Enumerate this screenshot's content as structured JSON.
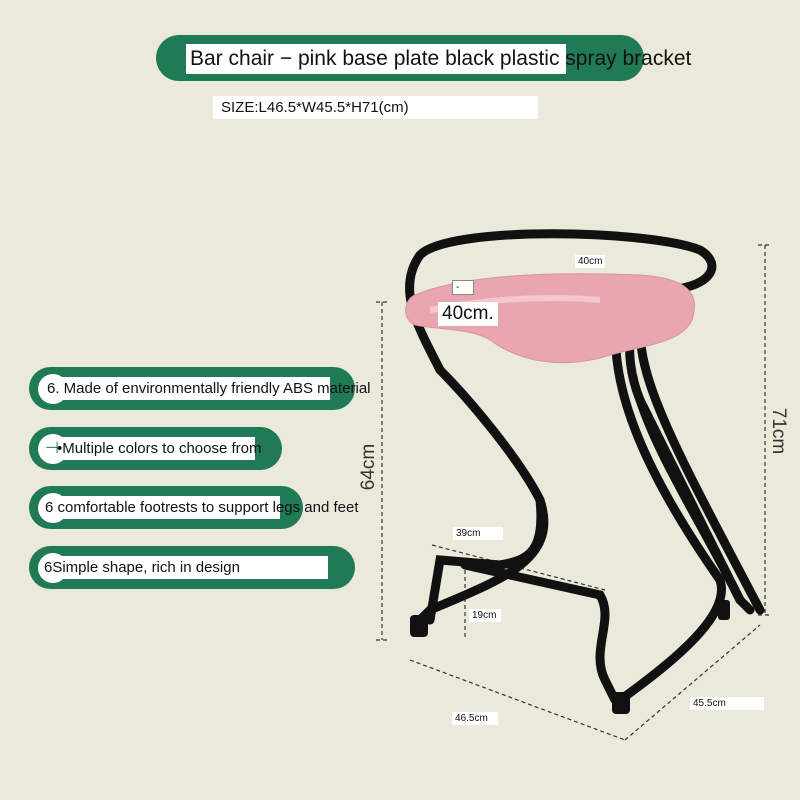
{
  "header": {
    "title": "Bar chair − pink base plate   black plastic spray bracket",
    "size": "SIZE:L46.5*W45.5*H71(cm)"
  },
  "features": [
    {
      "label": "6. Made of environmentally friendly ABS material"
    },
    {
      "label": "•Multiple colors to choose from",
      "prefix": "⊣"
    },
    {
      "label": "6 comfortable footrests to support legs and feet"
    },
    {
      "label": "6Simple shape, rich in design"
    }
  ],
  "dimensions": {
    "seat_width_small": "40cm",
    "seat_dash": "-",
    "seat_width_large": "40cm.",
    "seat_height": "64cm",
    "total_height": "71cm",
    "footrest_width": "39cm",
    "footrest_height": "19cm",
    "length": "46.5cm",
    "width": "45.5cm"
  },
  "colors": {
    "accent": "#1f7a55",
    "seat": "#e9a6b1",
    "frame": "#111111",
    "background": "#eae9da"
  }
}
